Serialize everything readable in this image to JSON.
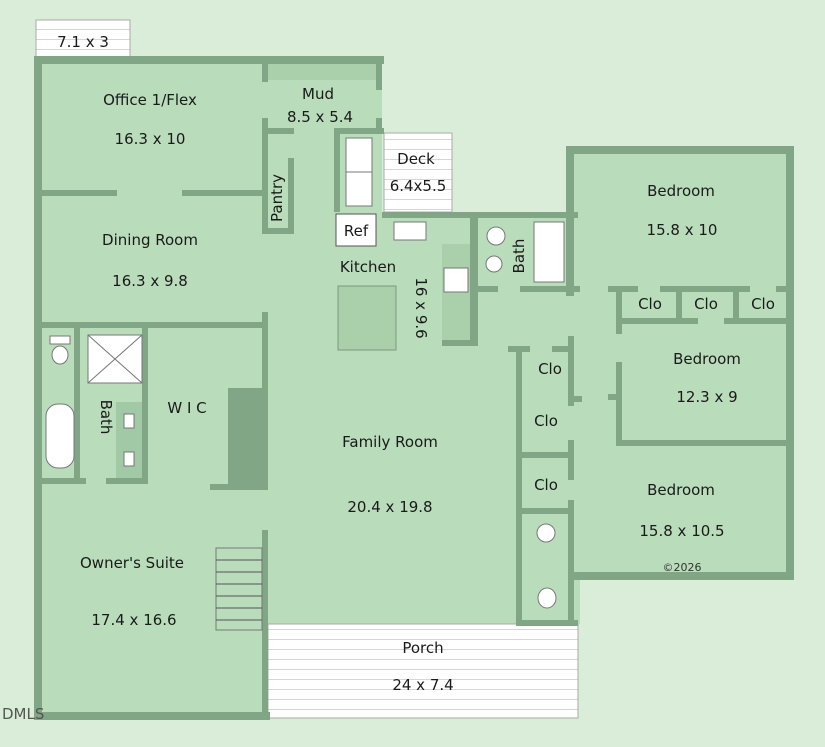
{
  "colors": {
    "background": "#d9edd9",
    "room": "#b9dcbb",
    "wall": "#80a686",
    "fixture": "#ffffff"
  },
  "rooms": {
    "balcony": {
      "size": "7.1 x 3"
    },
    "office": {
      "name": "Office 1/Flex",
      "size": "16.3 x 10"
    },
    "mud": {
      "name": "Mud",
      "size": "8.5 x 5.4"
    },
    "deck": {
      "name": "Deck",
      "size": "6.4x5.5"
    },
    "pantry": {
      "name": "Pantry"
    },
    "dining": {
      "name": "Dining Room",
      "size": "16.3 x 9.8"
    },
    "kitchen": {
      "name": "Kitchen",
      "size": "16 x 9.6",
      "ref": "Ref"
    },
    "hall_bath": {
      "name": "Bath"
    },
    "bedroom1": {
      "name": "Bedroom",
      "size": "15.8 x 10"
    },
    "closets": [
      "Clo",
      "Clo",
      "Clo",
      "Clo",
      "Clo",
      "Clo"
    ],
    "bedroom2": {
      "name": "Bedroom",
      "size": "12.3 x 9"
    },
    "bedroom3": {
      "name": "Bedroom",
      "size": "15.8 x 10.5"
    },
    "owner_bath": {
      "name": "Bath"
    },
    "wic": {
      "name": "W I C"
    },
    "family": {
      "name": "Family Room",
      "size": "20.4 x 19.8"
    },
    "owners_suite": {
      "name": "Owner's Suite",
      "size": "17.4 x 16.6"
    },
    "porch": {
      "name": "Porch",
      "size": "24 x 7.4"
    }
  },
  "copyright": "©2026",
  "watermark": "DMLS"
}
